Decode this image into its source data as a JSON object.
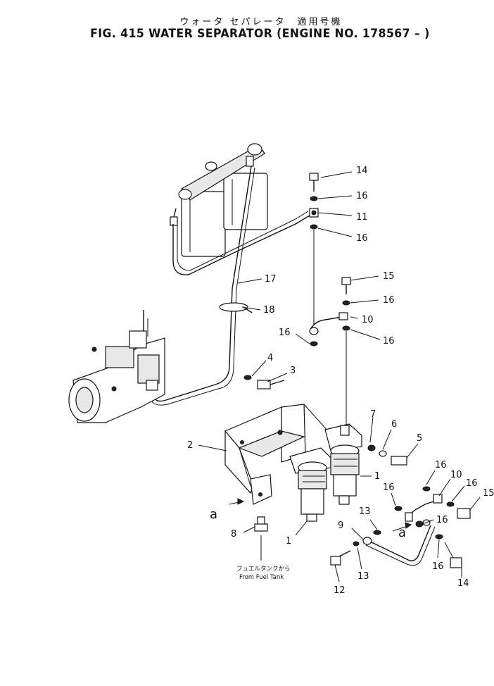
{
  "header": {
    "title_jp": "ウォータ セパレータ　適用号機",
    "title_en": "FIG. 415  WATER SEPARATOR (ENGINE NO. 178567 – )"
  },
  "callouts": {
    "p1a": "1",
    "p1b": "1",
    "p2": "2",
    "p3": "3",
    "p4": "4",
    "p5": "5",
    "p6": "6",
    "p7": "7",
    "p8": "8",
    "p9": "9",
    "p10a": "10",
    "p10b": "10",
    "p11": "11",
    "p12": "12",
    "p13a": "13",
    "p13b": "13",
    "p14a": "14",
    "p14b": "14",
    "p15a": "15",
    "p15b": "15",
    "p16a": "16",
    "p16b": "16",
    "p16c": "16",
    "p16d": "16",
    "p16e": "16",
    "p16f": "16",
    "p16g": "16",
    "p16h": "16",
    "p16i": "16",
    "p17": "17",
    "p18": "18"
  },
  "view_marks": {
    "a_left": "a",
    "a_right": "a"
  },
  "fuel_note": {
    "jp": "フュエルタンクから",
    "en": "From Fuel Tank"
  }
}
